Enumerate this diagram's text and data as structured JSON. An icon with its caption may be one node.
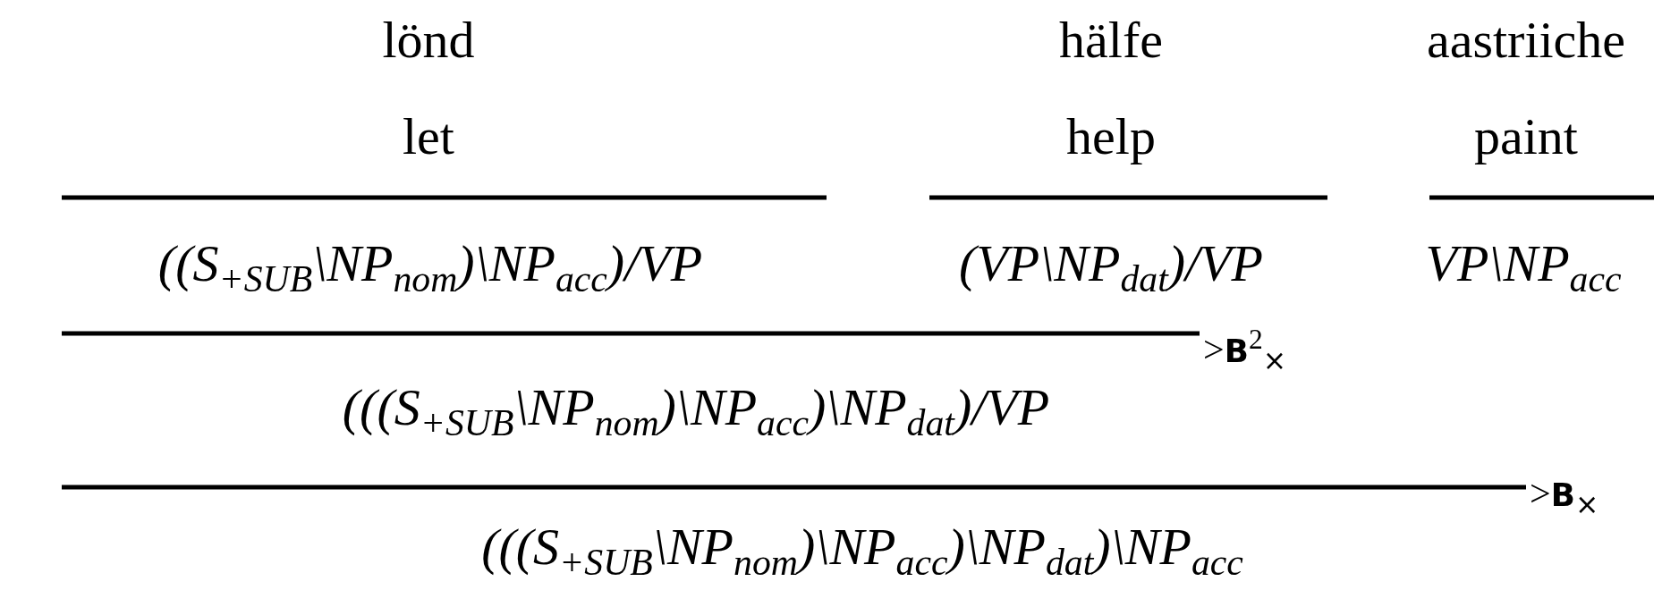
{
  "diagram": {
    "labels": [
      "lönd",
      "hälfe",
      "aastriiche",
      "let",
      "help",
      "paint",
      "((S$_{+SUB}$\\NP$_{nom}$)\\NP$_{acc}$)/VP",
      "(VP\\NP$_{dat}$)/VP",
      "VP\\NP$_{acc}$",
      ">**B**$^{2}$$_{×}$",
      "(((S$_{+SUB}$\\NP$_{nom}$)\\NP$_{acc}$)\\NP$_{dat}$)/VP",
      ">**B**$_{×}$",
      "(((S$_{+SUB}$\\NP$_{nom}$)\\NP$_{acc}$)\\NP$_{dat}$)\\NP$_{acc}$"
    ]
  }
}
